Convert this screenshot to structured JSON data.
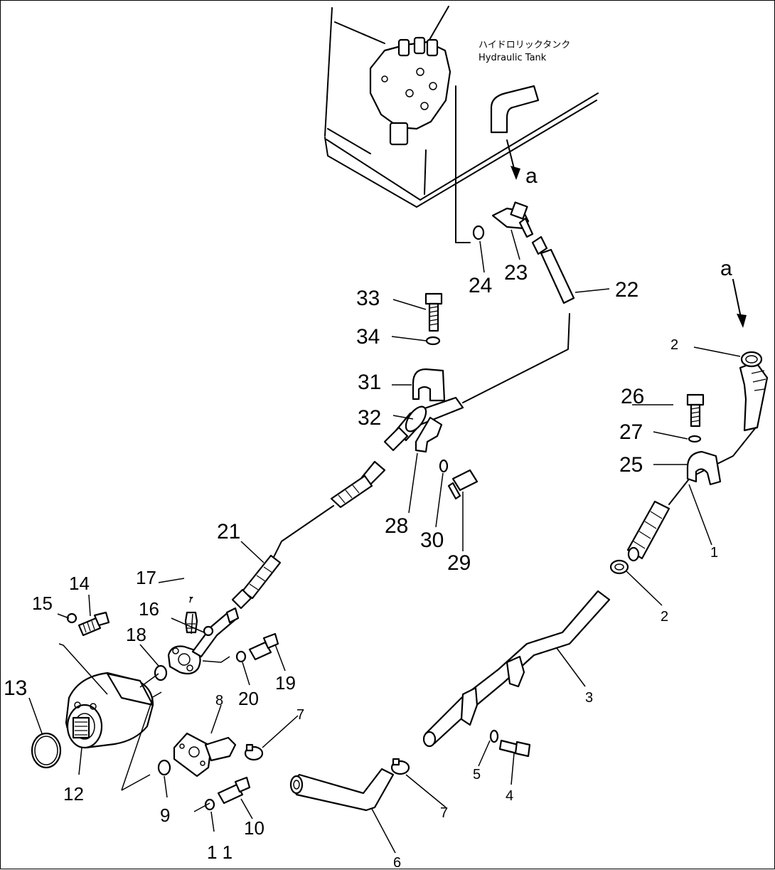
{
  "tank_label": {
    "japanese": "ハイドロリックタンク",
    "english": "Hydraulic Tank"
  },
  "view_marker": "a",
  "callouts": [
    {
      "id": "p1",
      "label": "1"
    },
    {
      "id": "p2a",
      "label": "2"
    },
    {
      "id": "p2b",
      "label": "2"
    },
    {
      "id": "p3",
      "label": "3"
    },
    {
      "id": "p4",
      "label": "4"
    },
    {
      "id": "p5",
      "label": "5"
    },
    {
      "id": "p6",
      "label": "6"
    },
    {
      "id": "p7a",
      "label": "7"
    },
    {
      "id": "p7b",
      "label": "7"
    },
    {
      "id": "p8",
      "label": "8"
    },
    {
      "id": "p9",
      "label": "9"
    },
    {
      "id": "p10",
      "label": "10"
    },
    {
      "id": "p11",
      "label": "1 1"
    },
    {
      "id": "p12",
      "label": "12"
    },
    {
      "id": "p13",
      "label": "13"
    },
    {
      "id": "p14",
      "label": "14"
    },
    {
      "id": "p15",
      "label": "15"
    },
    {
      "id": "p16",
      "label": "16"
    },
    {
      "id": "p17",
      "label": "17"
    },
    {
      "id": "p18",
      "label": "18"
    },
    {
      "id": "p19",
      "label": "19"
    },
    {
      "id": "p20",
      "label": "20"
    },
    {
      "id": "p21",
      "label": "21"
    },
    {
      "id": "p22",
      "label": "22"
    },
    {
      "id": "p23",
      "label": "23"
    },
    {
      "id": "p24",
      "label": "24"
    },
    {
      "id": "p25",
      "label": "25"
    },
    {
      "id": "p26",
      "label": "26"
    },
    {
      "id": "p27",
      "label": "27"
    },
    {
      "id": "p28",
      "label": "28"
    },
    {
      "id": "p29",
      "label": "29"
    },
    {
      "id": "p30",
      "label": "30"
    },
    {
      "id": "p31",
      "label": "31"
    },
    {
      "id": "p32",
      "label": "32"
    },
    {
      "id": "p33",
      "label": "33"
    },
    {
      "id": "p34",
      "label": "34"
    }
  ]
}
